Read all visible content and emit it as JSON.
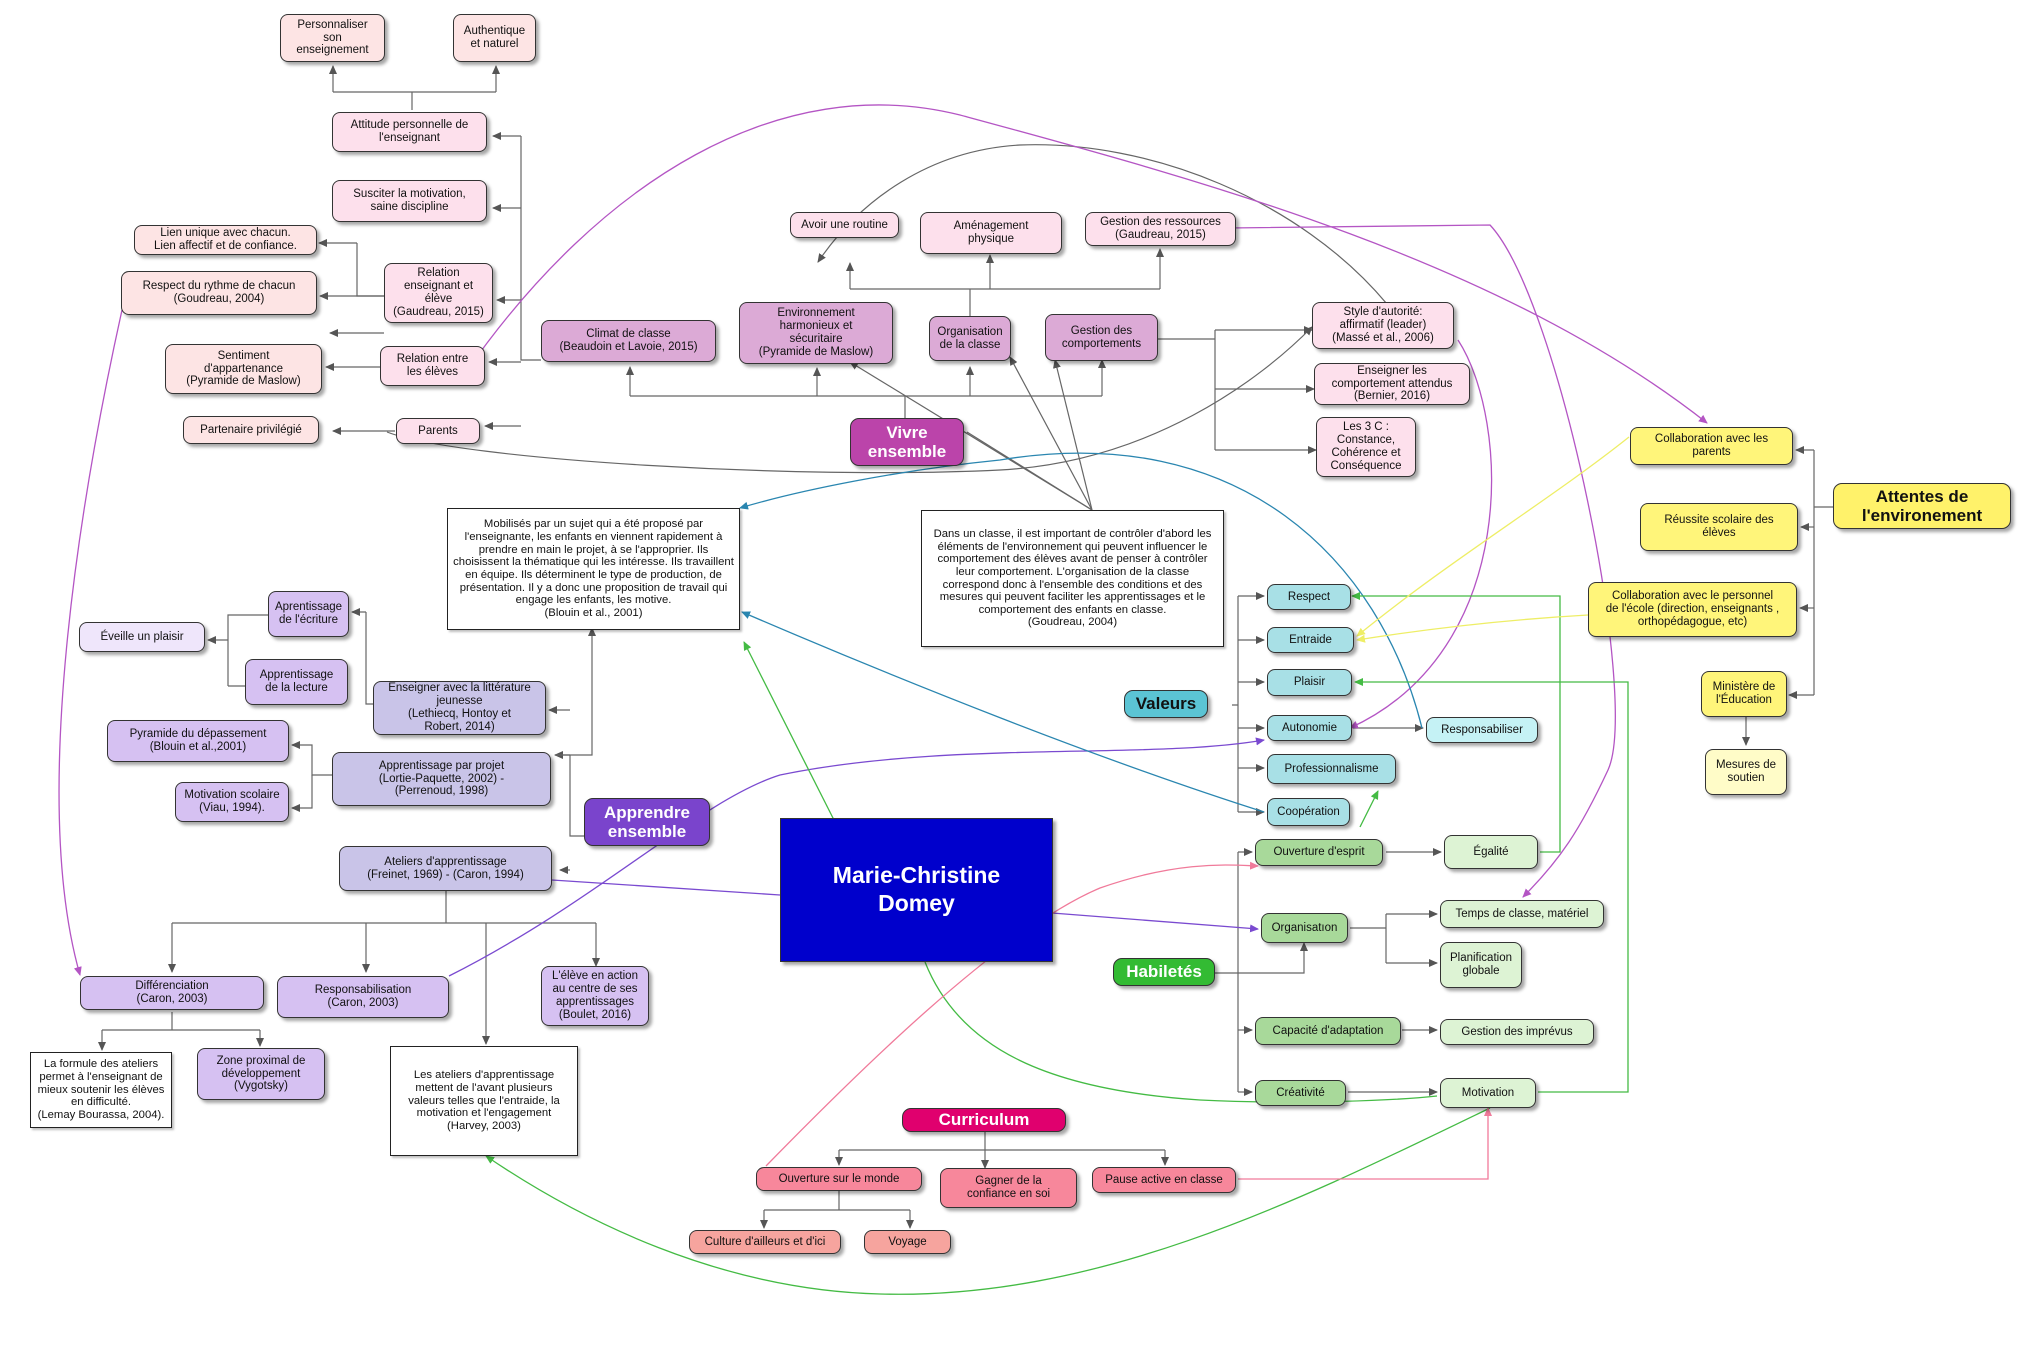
{
  "center": {
    "title": "Marie-Christine\nDomey"
  },
  "headings": {
    "vivre": "Vivre\nensemble",
    "apprendre": "Apprendre\nensemble",
    "valeurs": "Valeurs",
    "habiletes": "Habiletés",
    "curriculum": "Curriculum",
    "attentes": "Attentes de\nl'environement"
  },
  "colors": {
    "vivre_heading": "#bb44aa",
    "apprendre_heading": "#7a44cc",
    "valeurs_heading": "#5bc4d4",
    "habiletes_heading": "#33bb33",
    "curriculum_heading": "#e0006e",
    "attentes_heading": "#fff26a",
    "center_fill": "#0000cc"
  },
  "vivre": {
    "climat": "Climat de classe\n(Beaudoin et Lavoie, 2015)",
    "environnement": "Environnement\nharmonieux et\nsécuritaire\n(Pyramide de Maslow)",
    "organisation": "Organisation\nde la classe",
    "gestion_comp": "Gestion des\ncomportements",
    "routine": "Avoir une routine",
    "amenagement": "Aménagement\nphysique",
    "ressources": "Gestion des ressources\n(Gaudreau, 2015)",
    "autorite": "Style d'autorité:\naffirmatif (leader)\n(Massé et al., 2006)",
    "enseigner_comp": "Enseigner les\ncomportement attendus\n(Bernier, 2016)",
    "trois_c": "Les 3 C :\nConstance,\nCohérence et\nConséquence",
    "attitude": "Attitude personnelle de\nl'enseignant",
    "personnaliser": "Personnaliser\nson\nenseignement",
    "authentique": "Authentique\net naturel",
    "susciter": "Susciter la motivation,\nsaine discipline",
    "relation_ens": "Relation\nenseignant et\nélève\n(Gaudreau, 2015)",
    "lien_unique": "Lien unique avec chacun.\nLien affectif et de confiance.",
    "respect_rythme": "Respect du rythme de chacun\n(Goudreau, 2004)",
    "relation_eleves": "Relation entre\nles élèves",
    "sentiment": "Sentiment\nd'appartenance\n(Pyramide de Maslow)",
    "parents": "Parents",
    "partenaire": "Partenaire  privilégié",
    "note": "Dans un classe, il est important de contrôler d'abord les éléments de l'environnement qui peuvent influencer le comportement des élèves avant de penser à contrôler leur comportement. L'organisation de la classe correspond donc à l'ensemble des conditions et des mesures qui peuvent faciliter les apprentissages et le comportement des enfants en classe.\n(Goudreau, 2004)"
  },
  "apprendre": {
    "note_projet": "Mobilisés par un sujet qui a été proposé par l'enseignante, les enfants en viennent rapidement à prendre en main le projet, à se l'approprier. Ils choisissent la thématique qui les intéresse. Ils travaillent en équipe. Ils déterminent le type de production, de présentation. Il y a donc une proposition de travail qui engage les enfants, les motive.\n(Blouin et al., 2001)",
    "ecriture": "Aprentissage\nde l'écriture",
    "lecture": "Apprentissage\nde la lecture",
    "plaisir": "Éveille un plaisir",
    "litterature": "Enseigner avec la littérature\njeunesse\n(Lethiecq, Hontoy et\nRobert, 2014)",
    "pyramide": "Pyramide du dépassement\n(Blouin et al.,2001)",
    "motivation": "Motivation scolaire\n(Viau, 1994).",
    "projet": "Apprentissage par projet\n(Lortie-Paquette, 2002) -\n(Perrenoud, 1998)",
    "ateliers": "Ateliers d'apprentissage\n(Freinet, 1969) - (Caron, 1994)",
    "differenciation": "Différenciation\n(Caron, 2003)",
    "responsabilisation": "Responsabilisation\n(Caron, 2003)",
    "eleve_action": "L'élève en action\nau centre de ses\napprentissages\n(Boulet, 2016)",
    "note_formule": "La formule des ateliers permet à l'enseignant de mieux soutenir les élèves en difficulté.\n(Lemay Bourassa, 2004).",
    "zone": "Zone proximal de\ndéveloppement\n(Vygotsky)",
    "note_ateliers": "Les ateliers d'apprentissage mettent de l'avant plusieurs valeurs telles que l'entraide, la motivation et l'engagement\n(Harvey, 2003)"
  },
  "valeurs": {
    "respect": "Respect",
    "entraide": "Entraide",
    "plaisir": "Plaisir",
    "autonomie": "Autonomie",
    "responsabiliser": "Responsabiliser",
    "professionnalisme": "Professionnalisme",
    "cooperation": "Coopération"
  },
  "habiletes": {
    "ouverture": "Ouverture d'esprit",
    "egalite": "Égalité",
    "organisation": "Organisatıon",
    "temps": "Temps de classe, matériel",
    "planification": "Planification\nglobale",
    "adaptation": "Capacité d'adaptation",
    "imprevus": "Gestion des imprévus",
    "creativite": "Créativité",
    "motivation": "Motivation"
  },
  "curriculum": {
    "ouverture_monde": "Ouverture sur le monde",
    "confiance": "Gagner de la\nconfiance en soi",
    "pause": "Pause active en classe",
    "culture": "Culture d'ailleurs et d'ici",
    "voyage": "Voyage"
  },
  "attentes": {
    "collab_parents": "Collaboration avec les\nparents",
    "reussite": "Réussite scolaire des\nélèves",
    "collab_personnel": "Collaboration avec le personnel\nde l'école (direction, enseignants ,\northopédagogue, etc)",
    "ministere": "Ministère de\nl'Éducation",
    "mesures": "Mesures de\nsoutien"
  }
}
